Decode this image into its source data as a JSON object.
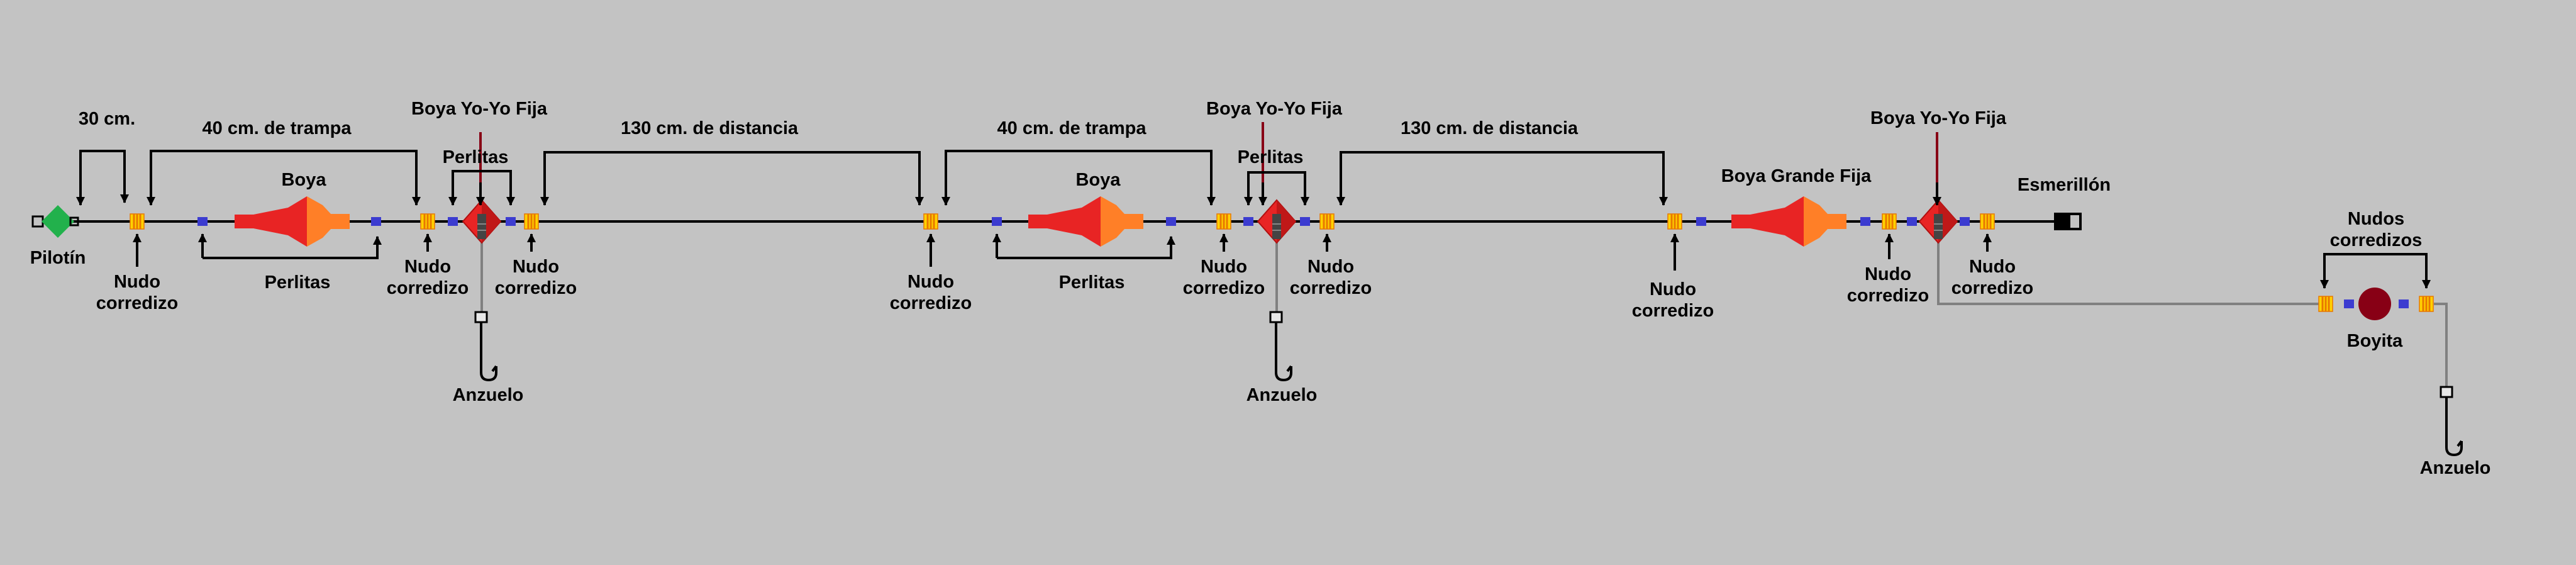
{
  "labels": {
    "pilotin": "Pilotín",
    "dist_30": "30 cm.",
    "trampa_40": "40 cm. de trampa",
    "boya": "Boya",
    "boya_yoyo": "Boya Yo-Yo Fija",
    "perlitas": "Perlitas",
    "distancia_130": "130 cm. de distancia",
    "nudo": "Nudo",
    "corredizo": "corredizo",
    "anzuelo": "Anzuelo",
    "boya_grande": "Boya Grande Fija",
    "esmerillon": "Esmerillón",
    "nudos": "Nudos",
    "corredizos": "corredizos",
    "boyita": "Boyita"
  },
  "colors": {
    "background": "#c3c3c3",
    "line": "#000000",
    "leader": "#808080",
    "knot": "#ffd200",
    "knot_stripe": "#e87800",
    "bead": "#3c3cd0",
    "float_red": "#e82424",
    "float_orange": "#ff7f27",
    "pilotin": "#22b14c",
    "boyita": "#880015",
    "yoyo_stem": "#880015"
  }
}
